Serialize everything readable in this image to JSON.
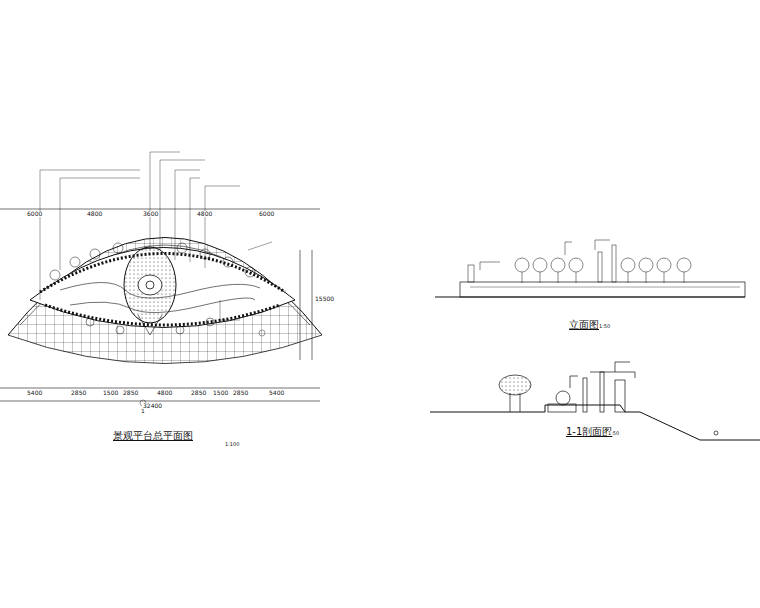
{
  "diagram": {
    "labels": [
      "景观平台总平面图",
      "1:100",
      "立面图",
      "1:50",
      "1-1剖面图",
      "1:50",
      "1",
      "6000",
      "4800",
      "3600",
      "4800",
      "6000",
      "5400",
      "2850",
      "1500",
      "2850",
      "4800",
      "2850",
      "1500",
      "2850",
      "5400",
      "32400",
      "15500"
    ]
  }
}
